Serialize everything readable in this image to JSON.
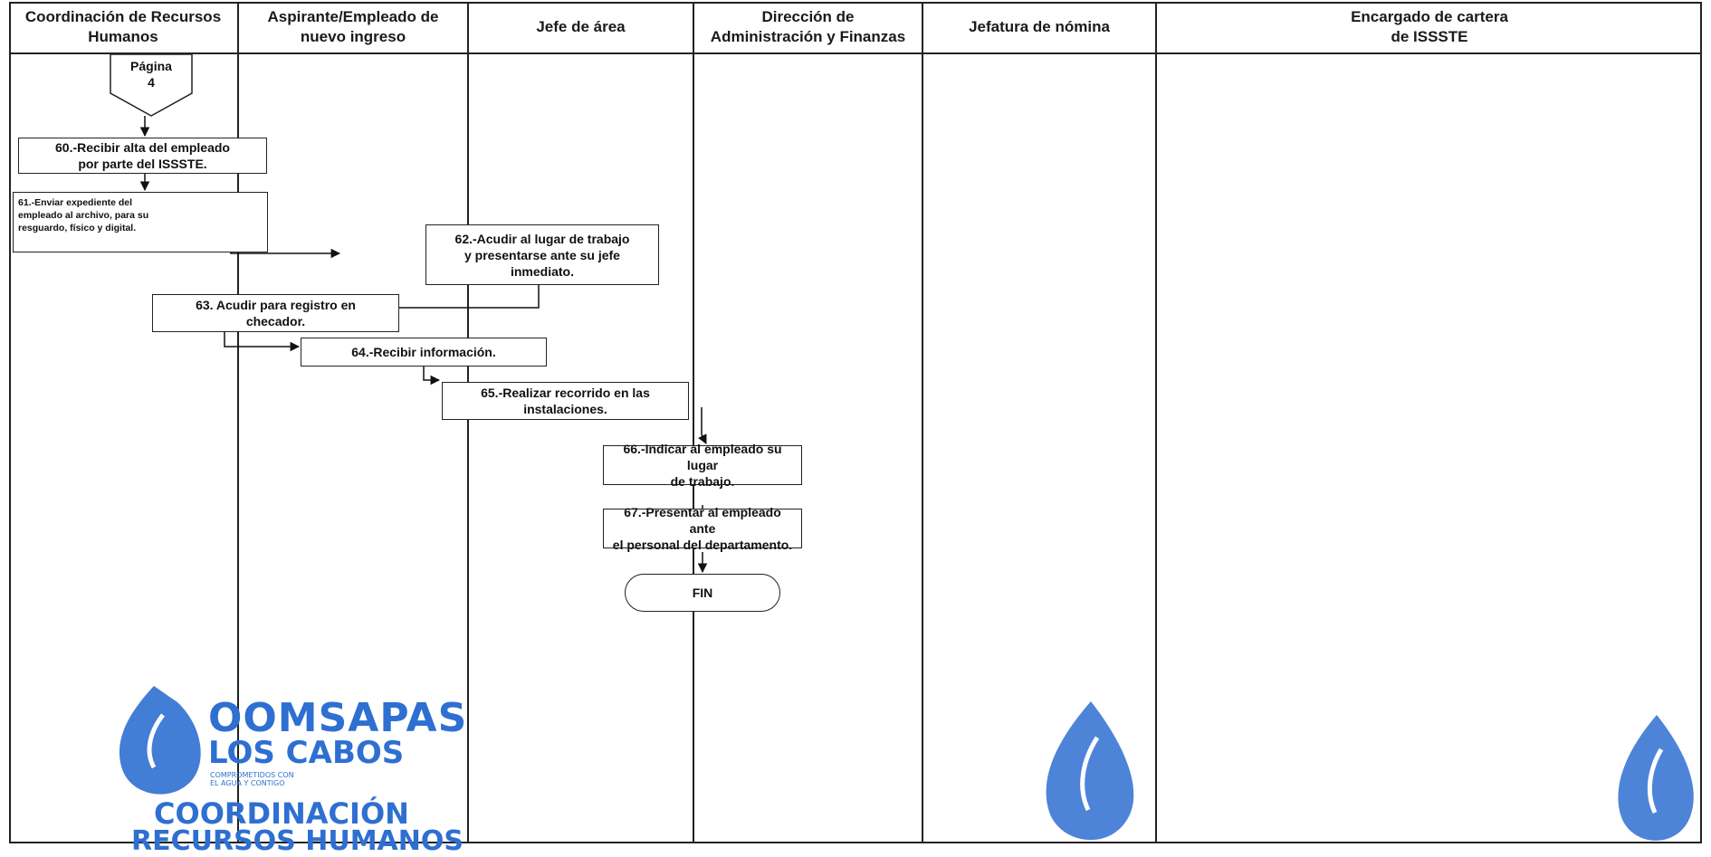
{
  "lanes": [
    {
      "label": "Coordinación de Recursos\nHumanos"
    },
    {
      "label": "Aspirante/Empleado de\nnuevo ingreso"
    },
    {
      "label": "Jefe de área"
    },
    {
      "label": "Dirección de\nAdministración y Finanzas"
    },
    {
      "label": "Jefatura de nómina"
    },
    {
      "label": "Encargado de cartera\nde ISSSTE"
    }
  ],
  "connector": {
    "label": "Página\n4"
  },
  "steps": {
    "s60": "60.-Recibir alta del empleado\npor parte del ISSSTE.",
    "s61": "61.-Enviar expediente del\nempleado al archivo, para su\nresguardo, físico y digital.",
    "s62": "62.-Acudir al lugar de trabajo\ny presentarse ante su jefe\ninmediato.",
    "s63": "63. Acudir para registro en\nchecador.",
    "s64": "64.-Recibir información.",
    "s65": "65.-Realizar recorrido en las\ninstalaciones.",
    "s66": "66.-Indicar al empleado su lugar\nde trabajo.",
    "s67": "67.-Presentar al empleado ante\nel personal del departamento."
  },
  "end": {
    "label": "FIN"
  },
  "logo": {
    "name": "OOMSAPAS",
    "sub": "LOS CABOS",
    "tagline": "COMPROMETIDOS CON\nEL AGUA Y CONTIGO",
    "dept_line1": "COORDINACIÓN",
    "dept_line2": "RECURSOS HUMANOS"
  },
  "colors": {
    "accent": "#2e6fd1",
    "line": "#222222"
  }
}
